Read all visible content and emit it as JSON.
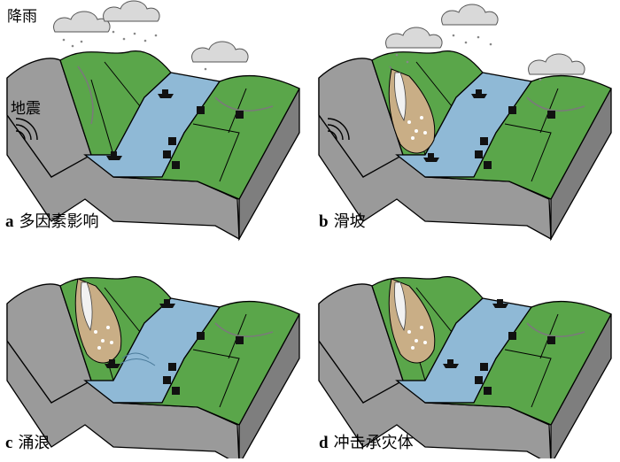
{
  "labels": {
    "rain": "降雨",
    "earthquake": "地震"
  },
  "panels": [
    {
      "letter": "a",
      "title": "多因素影响"
    },
    {
      "letter": "b",
      "title": "滑坡"
    },
    {
      "letter": "c",
      "title": "涌浪"
    },
    {
      "letter": "d",
      "title": "冲击承灾体"
    }
  ],
  "colors": {
    "land_green": "#5aa64a",
    "land_green_light": "#8cc46a",
    "river_blue": "#8fb9d6",
    "rock_gray": "#9c9c9c",
    "cliff_gray": "#8a8a8a",
    "slide_tan": "#c9ae86",
    "cloud_gray": "#d9d9d9"
  },
  "icons": [
    "cloud-icon",
    "rain-drops-icon",
    "seismic-wave-icon",
    "boat-icon",
    "house-icon",
    "landslide-icon",
    "wave-icon"
  ]
}
